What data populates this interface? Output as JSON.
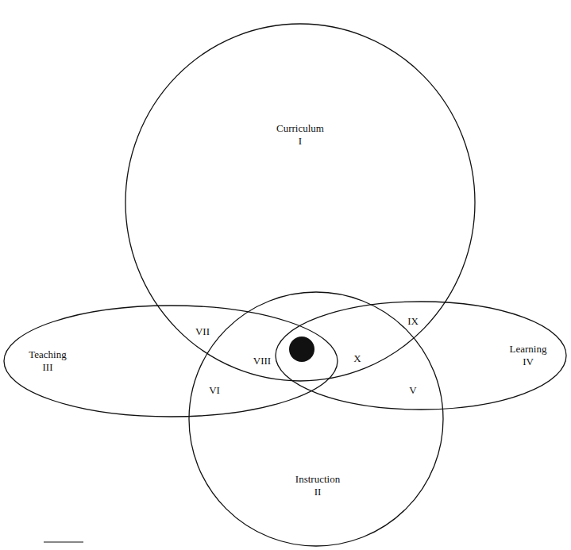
{
  "diagram": {
    "nodes": [
      {
        "text": [
          "Curriculum I"
        ]
      },
      {
        "text": [
          "Teaching III"
        ]
      },
      {
        "text": [
          "Learning IV"
        ]
      },
      {
        "text": [
          "Instruction II"
        ]
      }
    ],
    "labels": [
      "VII",
      "IX",
      "VIII",
      "X",
      "VI",
      "V"
    ]
  }
}
